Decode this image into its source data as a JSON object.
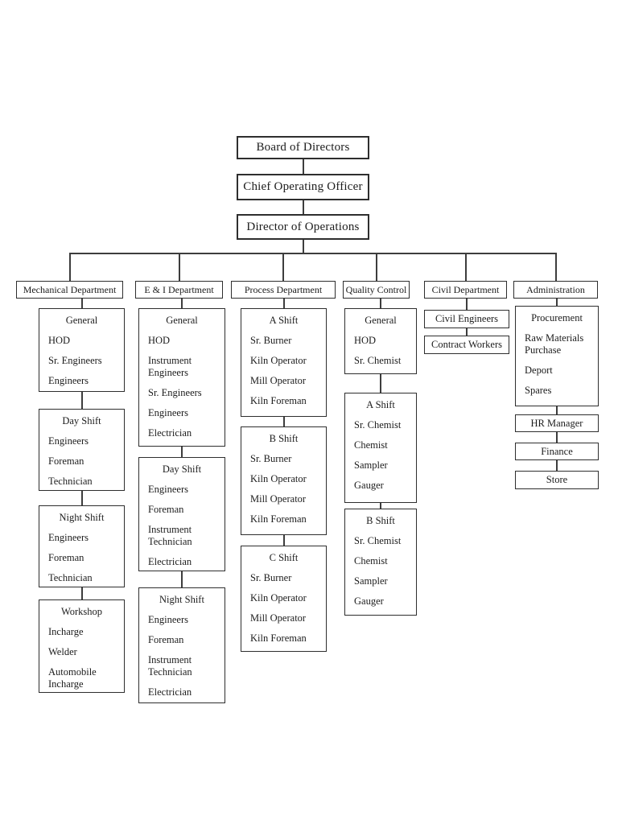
{
  "page": {
    "background": "#ffffff"
  },
  "colors": {
    "border": "#2e2e2e",
    "line": "#3d3d3d",
    "text": "#1c1c1c"
  },
  "hierarchy": {
    "top_chain": [
      {
        "label": "Board of Directors"
      },
      {
        "label": "Chief Operating Officer"
      },
      {
        "label": "Director of Operations"
      }
    ],
    "departments": [
      {
        "name": "Mechanical Department",
        "units": [
          {
            "title": "General",
            "members": [
              "HOD",
              "Sr. Engineers",
              "Engineers"
            ]
          },
          {
            "title": "Day Shift",
            "members": [
              "Engineers",
              "Foreman",
              "Technician"
            ]
          },
          {
            "title": "Night Shift",
            "members": [
              "Engineers",
              "Foreman",
              "Technician"
            ]
          },
          {
            "title": "Workshop",
            "members": [
              "Incharge",
              "Welder",
              "Automobile Incharge"
            ]
          }
        ]
      },
      {
        "name": "E & I Department",
        "units": [
          {
            "title": "General",
            "members": [
              "HOD",
              "Instrument Engineers",
              "Sr. Engineers",
              "Engineers",
              "Electrician"
            ]
          },
          {
            "title": "Day Shift",
            "members": [
              "Engineers",
              "Foreman",
              "Instrument Technician",
              "Electrician"
            ]
          },
          {
            "title": "Night Shift",
            "members": [
              "Engineers",
              "Foreman",
              "Instrument Technician",
              "Electrician"
            ]
          }
        ]
      },
      {
        "name": "Process Department",
        "units": [
          {
            "title": "A Shift",
            "members": [
              "Sr. Burner",
              "Kiln Operator",
              "Mill Operator",
              "Kiln Foreman"
            ]
          },
          {
            "title": "B Shift",
            "members": [
              "Sr. Burner",
              "Kiln Operator",
              "Mill Operator",
              "Kiln Foreman"
            ]
          },
          {
            "title": "C Shift",
            "members": [
              "Sr. Burner",
              "Kiln Operator",
              "Mill Operator",
              "Kiln Foreman"
            ]
          }
        ]
      },
      {
        "name": "Quality Control",
        "units": [
          {
            "title": "General",
            "members": [
              "HOD",
              "Sr. Chemist"
            ]
          },
          {
            "title": "A Shift",
            "members": [
              "Sr. Chemist",
              "Chemist",
              "Sampler",
              "Gauger"
            ]
          },
          {
            "title": "B Shift",
            "members": [
              "Sr. Chemist",
              "Chemist",
              "Sampler",
              "Gauger"
            ]
          }
        ]
      },
      {
        "name": "Civil Department",
        "units": [
          {
            "title": "Civil Engineers",
            "members": []
          },
          {
            "title": "Contract Workers",
            "members": []
          }
        ]
      },
      {
        "name": "Administration",
        "units": [
          {
            "title": "Procurement",
            "members": [
              "Raw Materials Purchase",
              "Deport",
              "Spares"
            ]
          },
          {
            "title": "HR Manager",
            "members": []
          },
          {
            "title": "Finance",
            "members": []
          },
          {
            "title": "Store",
            "members": []
          }
        ]
      }
    ]
  }
}
